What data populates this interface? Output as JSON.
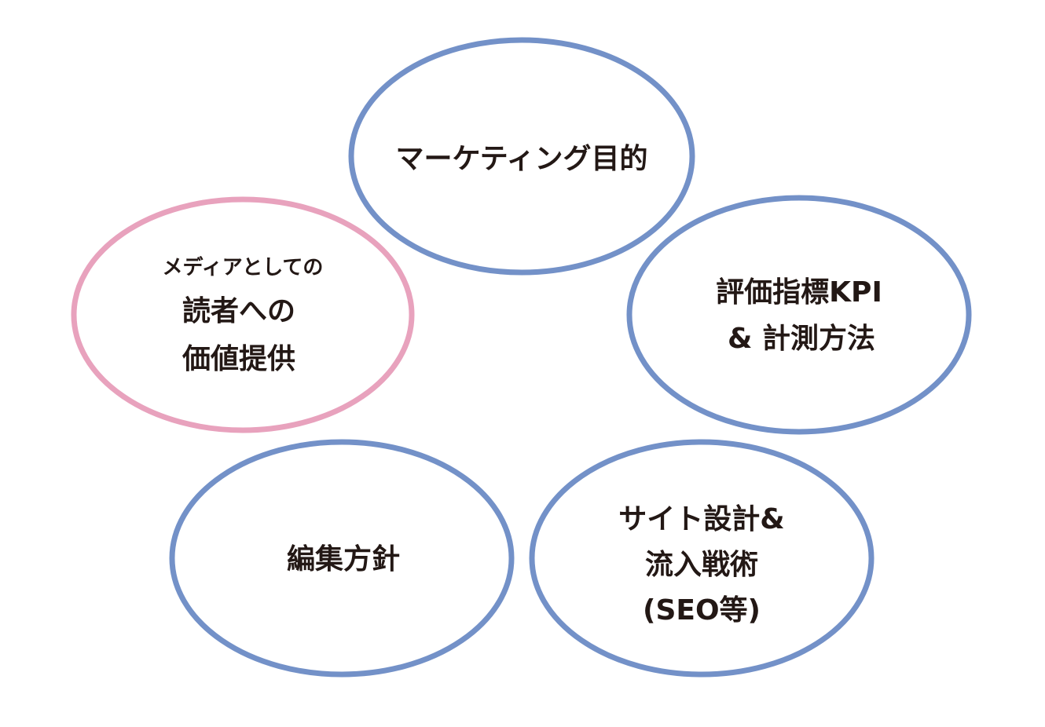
{
  "colors": {
    "blue_ring": "#7391c8",
    "pink_ring": "#e8a2bd",
    "text": "#231815",
    "background": "#ffffff"
  },
  "nodes": {
    "marketing": {
      "lines": [
        "マーケティング目的"
      ],
      "color": "#7391c8"
    },
    "reader_value": {
      "lines": [
        "メディアとしての",
        "読者への",
        "価値提供"
      ],
      "color": "#e8a2bd"
    },
    "kpi": {
      "lines": [
        "評価指標KPI",
        "& 計測方法"
      ],
      "color": "#7391c8"
    },
    "editorial": {
      "lines": [
        "編集方針"
      ],
      "color": "#7391c8"
    },
    "site_design": {
      "lines": [
        "サイト設計&",
        "流入戦術",
        "(SEO等)"
      ],
      "color": "#7391c8"
    }
  }
}
